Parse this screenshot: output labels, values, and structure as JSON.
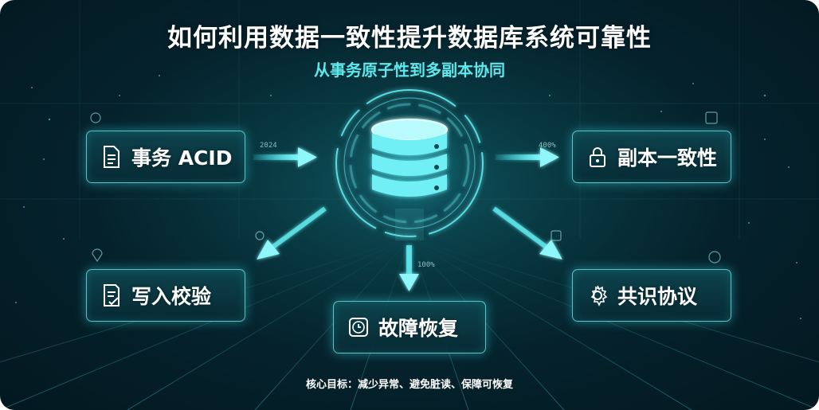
{
  "header": {
    "title": "如何利用数据一致性提升数据库系统可靠性",
    "subtitle": "从事务原子性到多副本协同"
  },
  "center": {
    "icon": "database-icon"
  },
  "nodes": {
    "acid": {
      "label": "事务 ACID",
      "icon": "document-icon",
      "tag": "2024"
    },
    "replica": {
      "label": "副本一致性",
      "icon": "lock-icon",
      "tag": "400%"
    },
    "write_verify": {
      "label": "写入校验",
      "icon": "checklist-icon"
    },
    "recovery": {
      "label": "故障恢复",
      "icon": "clock-icon",
      "tag": "100%"
    },
    "consensus": {
      "label": "共识协议",
      "icon": "gear-icon"
    }
  },
  "footer": {
    "text": "核心目标：减少异常、避免脏读、保障可恢复"
  },
  "colors": {
    "accent": "#5fe8ec",
    "background": "#05222c",
    "glow": "#3de6ee"
  }
}
